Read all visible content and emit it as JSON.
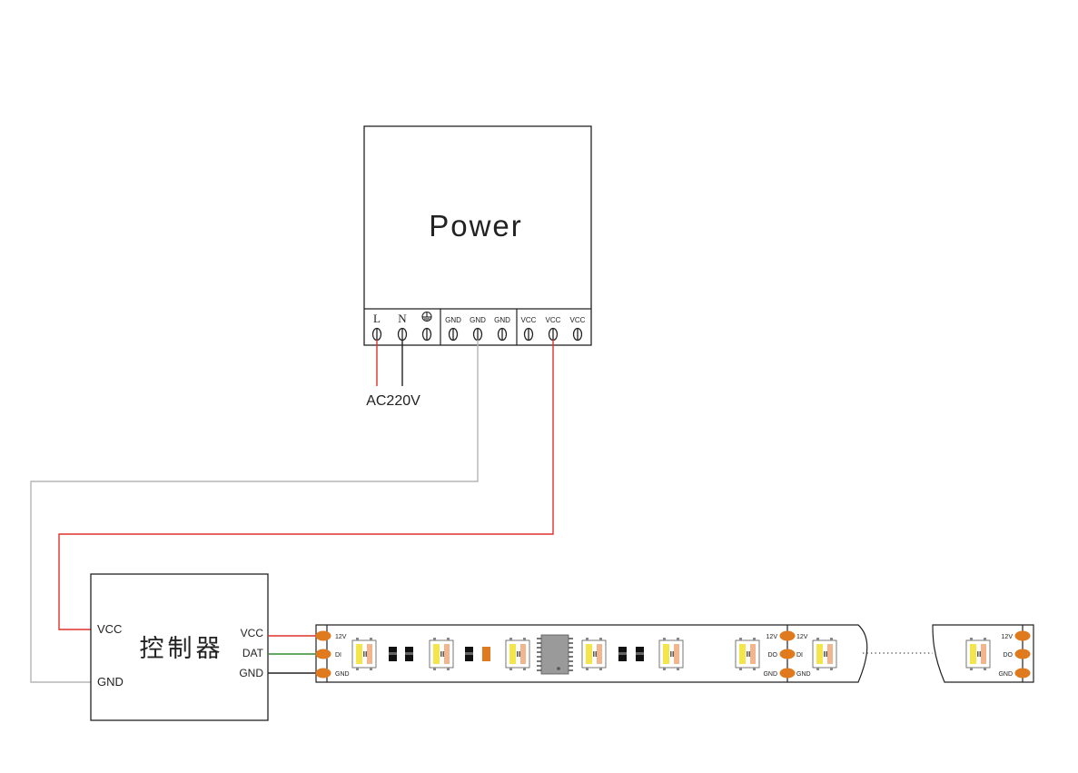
{
  "colors": {
    "vcc_wire": "#e0302a",
    "gnd_wire_power": "#b5b5b5",
    "dat_wire": "#2e8b2e",
    "dark_wire": "#222222",
    "pad": "#e07a1e",
    "led_yellow": "#f4e64a",
    "led_peach": "#f2b58e",
    "ic_gray": "#9a9a9a"
  },
  "power": {
    "title": "Power",
    "terminals": {
      "ac": [
        "L",
        "N"
      ],
      "gnd": [
        "GND",
        "GND",
        "GND"
      ],
      "vcc": [
        "VCC",
        "VCC",
        "VCC"
      ]
    },
    "ac_label": "AC220V"
  },
  "controller": {
    "title": "控制器",
    "left": {
      "vcc": "VCC",
      "gnd": "GND"
    },
    "right": {
      "vcc": "VCC",
      "dat": "DAT",
      "gnd": "GND"
    }
  },
  "strip": {
    "start_pads": {
      "v12": "12V",
      "di": "DI",
      "gnd": "GND"
    },
    "mid_left_pads": {
      "v12": "12V",
      "do": "DO",
      "gnd": "GND"
    },
    "mid_right_pads": {
      "v12": "12V",
      "di": "DI",
      "gnd": "GND"
    },
    "end_pads": {
      "v12": "12V",
      "do": "DO",
      "gnd": "GND"
    }
  }
}
